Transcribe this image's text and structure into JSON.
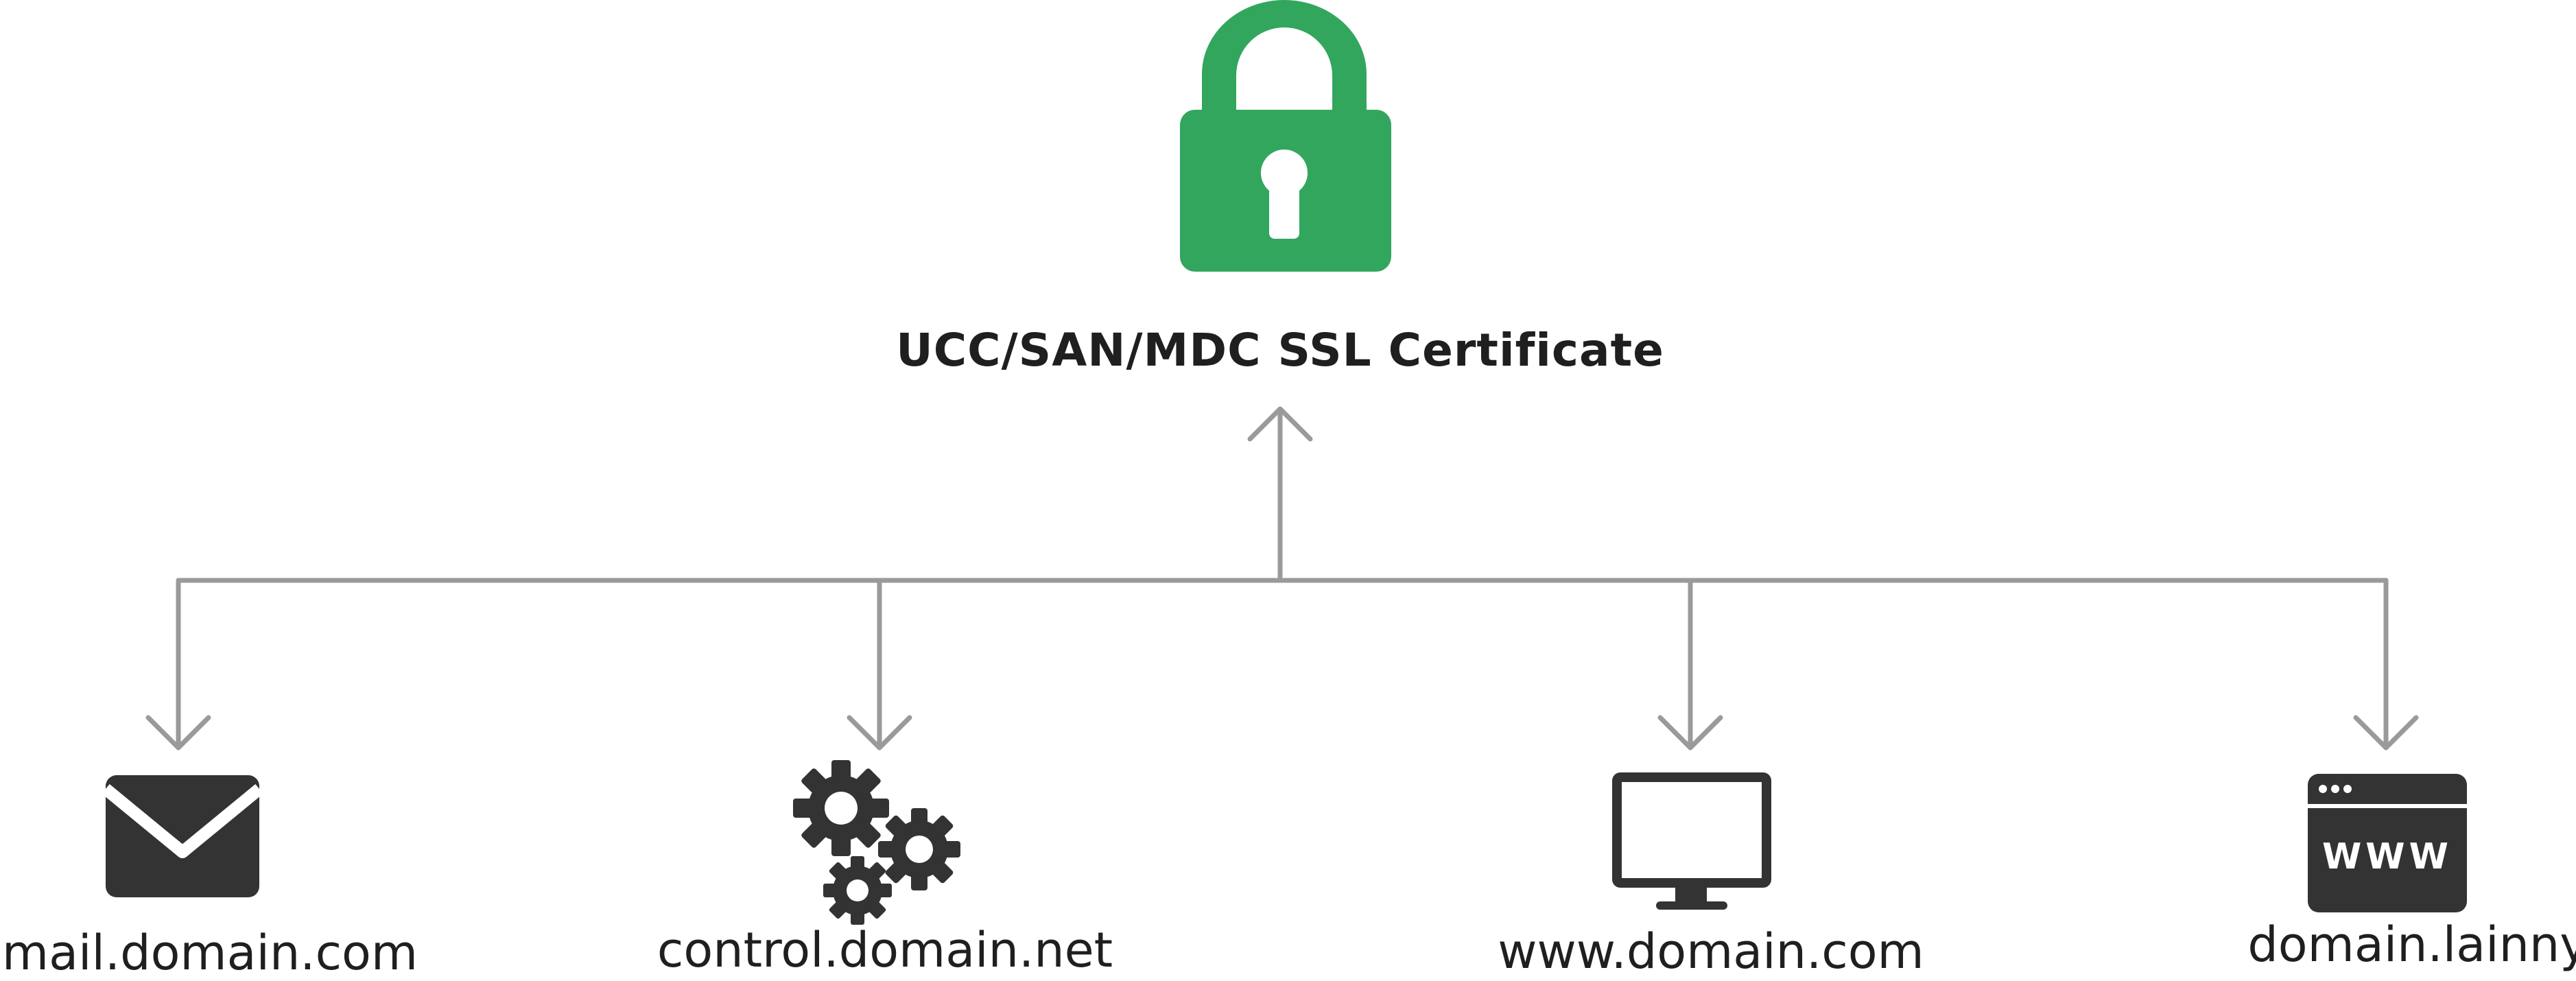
{
  "certificate": {
    "title": "UCC/SAN/MDC SSL Certificate",
    "icon": "padlock-icon",
    "color": "#33a65e"
  },
  "connector_color": "#9a9a9a",
  "icon_color": "#333333",
  "domains": [
    {
      "label": "mail.domain.com",
      "icon": "envelope-icon"
    },
    {
      "label": "control.domain.net",
      "icon": "gears-icon"
    },
    {
      "label": "www.domain.com",
      "icon": "monitor-icon"
    },
    {
      "label": "domain.lainnya",
      "icon": "browser-www-icon",
      "icon_text": "WWW"
    }
  ]
}
